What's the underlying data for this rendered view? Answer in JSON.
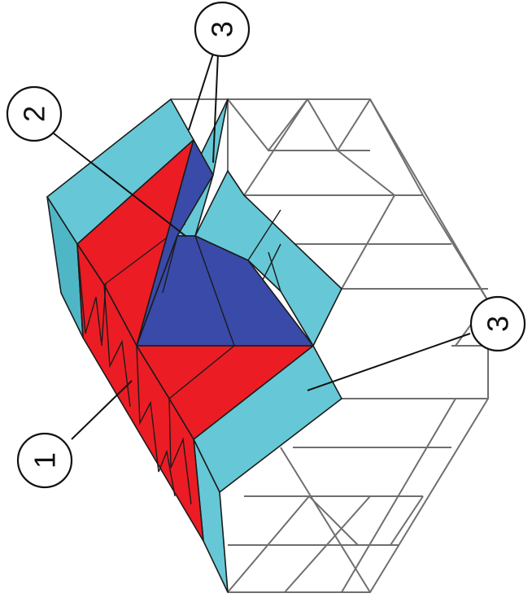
{
  "colors": {
    "wireframe": "#6f6f6f",
    "red_block": "#ec1c24",
    "blue_block": "#3a4aa8",
    "cyan_block": "#66c8d6",
    "cyan_block_dark": "#4fb6c6",
    "outline": "#1b1b1b"
  },
  "callouts": [
    {
      "id": "callout-1",
      "label": "1",
      "part": "red-block"
    },
    {
      "id": "callout-2",
      "label": "2",
      "part": "blue-block"
    },
    {
      "id": "callout-3a",
      "label": "3",
      "part": "cyan-blocks-upper"
    },
    {
      "id": "callout-3b",
      "label": "3",
      "part": "cyan-block-lower"
    }
  ]
}
